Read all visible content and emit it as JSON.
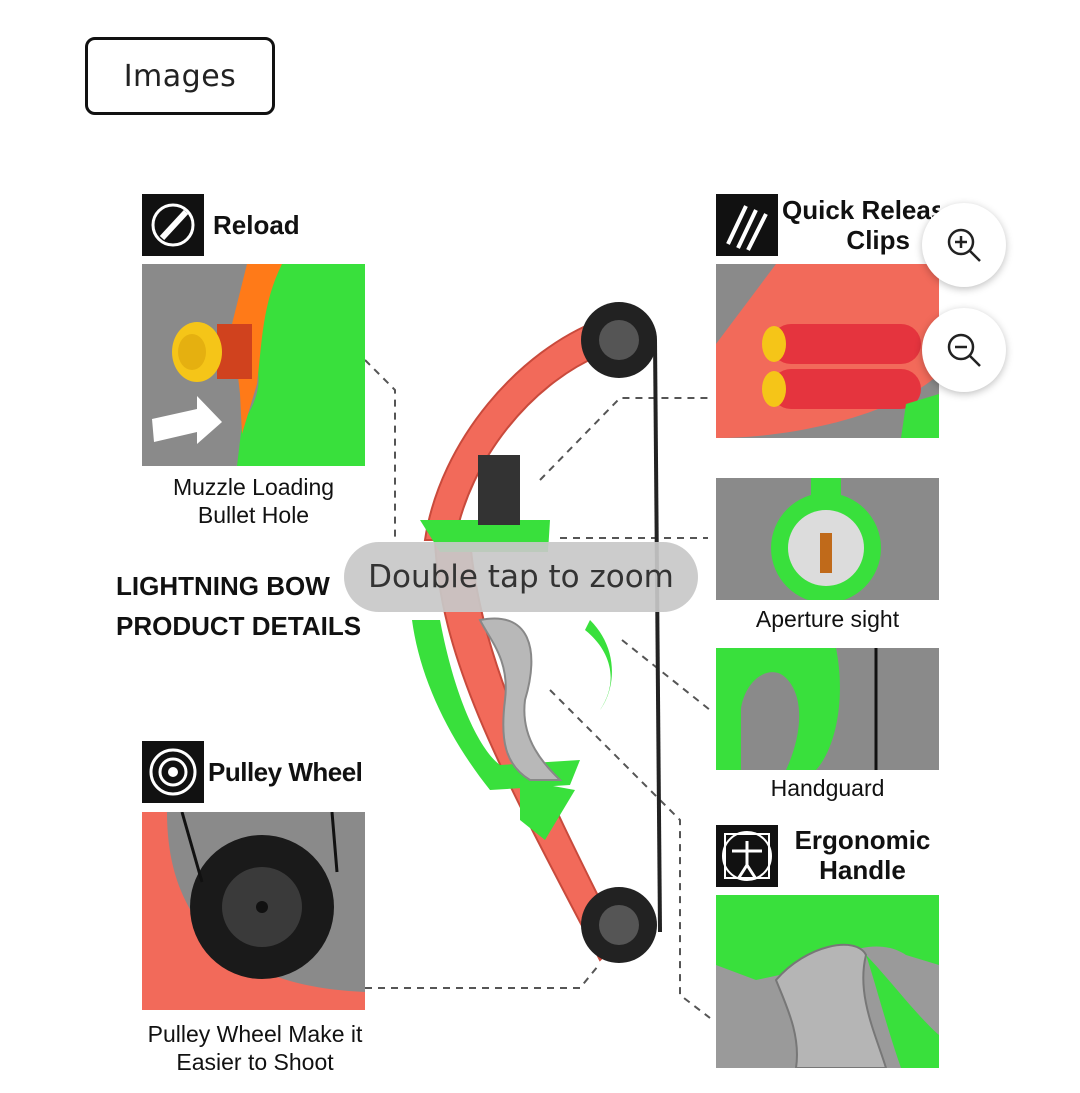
{
  "header": {
    "images_label": "Images"
  },
  "sections": {
    "reload": {
      "title": "Reload",
      "caption_line1": "Muzzle Loading",
      "caption_line2": "Bullet Hole"
    },
    "quick_release": {
      "title_line1": "Quick Releas",
      "title_line2": "Clips"
    },
    "aperture": {
      "caption": "Aperture sight"
    },
    "handguard": {
      "caption": "Handguard"
    },
    "pulley": {
      "title": "Pulley Wheel",
      "caption_line1": "Pulley Wheel Make it",
      "caption_line2": "Easier to Shoot"
    },
    "ergonomic": {
      "title_line1": "Ergonomic",
      "title_line2": "Handle"
    }
  },
  "product": {
    "title_line1": "LIGHTNING BOW",
    "title_line2": "PRODUCT DETAILS"
  },
  "overlay": {
    "zoom_hint": "Double tap to zoom"
  },
  "controls": {
    "zoom_in_icon": "zoom-in-icon",
    "zoom_out_icon": "zoom-out-icon"
  },
  "colors": {
    "bow_red": "#f26a5a",
    "bow_green": "#39e03c",
    "grip_gray": "#b8b8b8",
    "photo_bg": "#8a8a8a"
  }
}
